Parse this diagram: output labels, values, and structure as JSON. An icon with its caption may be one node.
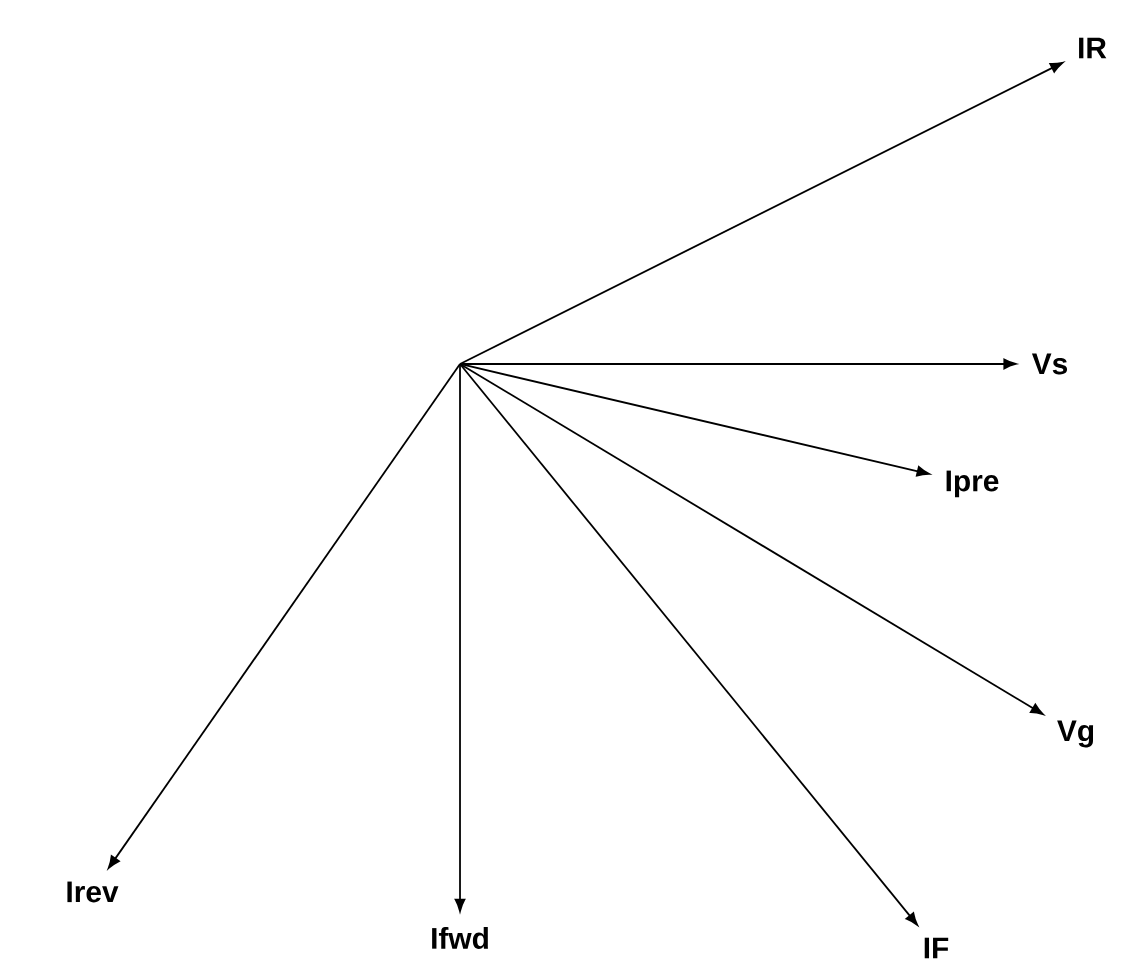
{
  "diagram": {
    "nodes": [
      {
        "text": [
          "IR"
        ]
      },
      {
        "text": [
          "Vs"
        ]
      },
      {
        "text": [
          "Ipre"
        ]
      },
      {
        "text": [
          "Vg"
        ]
      },
      {
        "text": [
          "IF"
        ]
      },
      {
        "text": [
          "Ifwd"
        ]
      },
      {
        "text": [
          "Irev"
        ]
      }
    ],
    "edges": [
      {
        "from": null,
        "to": 0,
        "arrow": "to"
      },
      {
        "from": null,
        "to": 1,
        "arrow": "to"
      },
      {
        "from": null,
        "to": 2,
        "arrow": "to"
      },
      {
        "from": null,
        "to": 3,
        "arrow": "to"
      },
      {
        "from": null,
        "to": 4,
        "arrow": "to"
      },
      {
        "from": null,
        "to": 5,
        "arrow": "to"
      },
      {
        "from": null,
        "to": 6,
        "arrow": "to"
      }
    ]
  }
}
